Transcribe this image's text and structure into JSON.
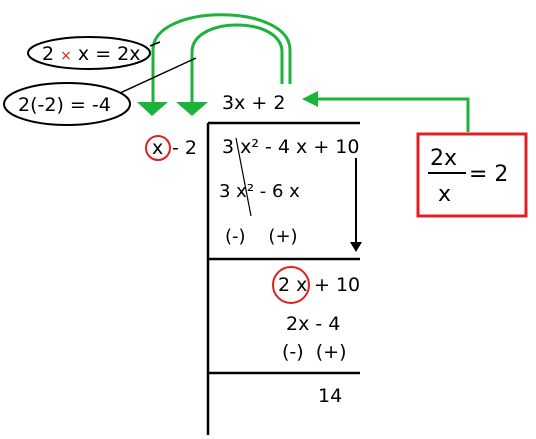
{
  "annotations": {
    "product_label": {
      "lhs": "2",
      "times": "×",
      "rhs": "x = 2x"
    },
    "product_label_2": "2(-2) = -4",
    "quotient_term_box": {
      "numerator": "2x",
      "denominator": "x",
      "result": "= 2"
    }
  },
  "division": {
    "quotient": "3x + 2",
    "divisor": {
      "var": "x",
      "rest": "- 2"
    },
    "dividend": "3 x² - 4 x + 10",
    "step1_product": "3 x² - 6 x",
    "step1_signs": "(-)    (+)",
    "remainder1": {
      "circled": "2 x",
      "rest": "+ 10"
    },
    "step2_product": "2x - 4",
    "step2_signs": "(-)  (+)",
    "final_remainder": "14"
  },
  "colors": {
    "arrow_green": "#1db33a",
    "highlight_red": "#e02020",
    "ink": "#000000"
  }
}
